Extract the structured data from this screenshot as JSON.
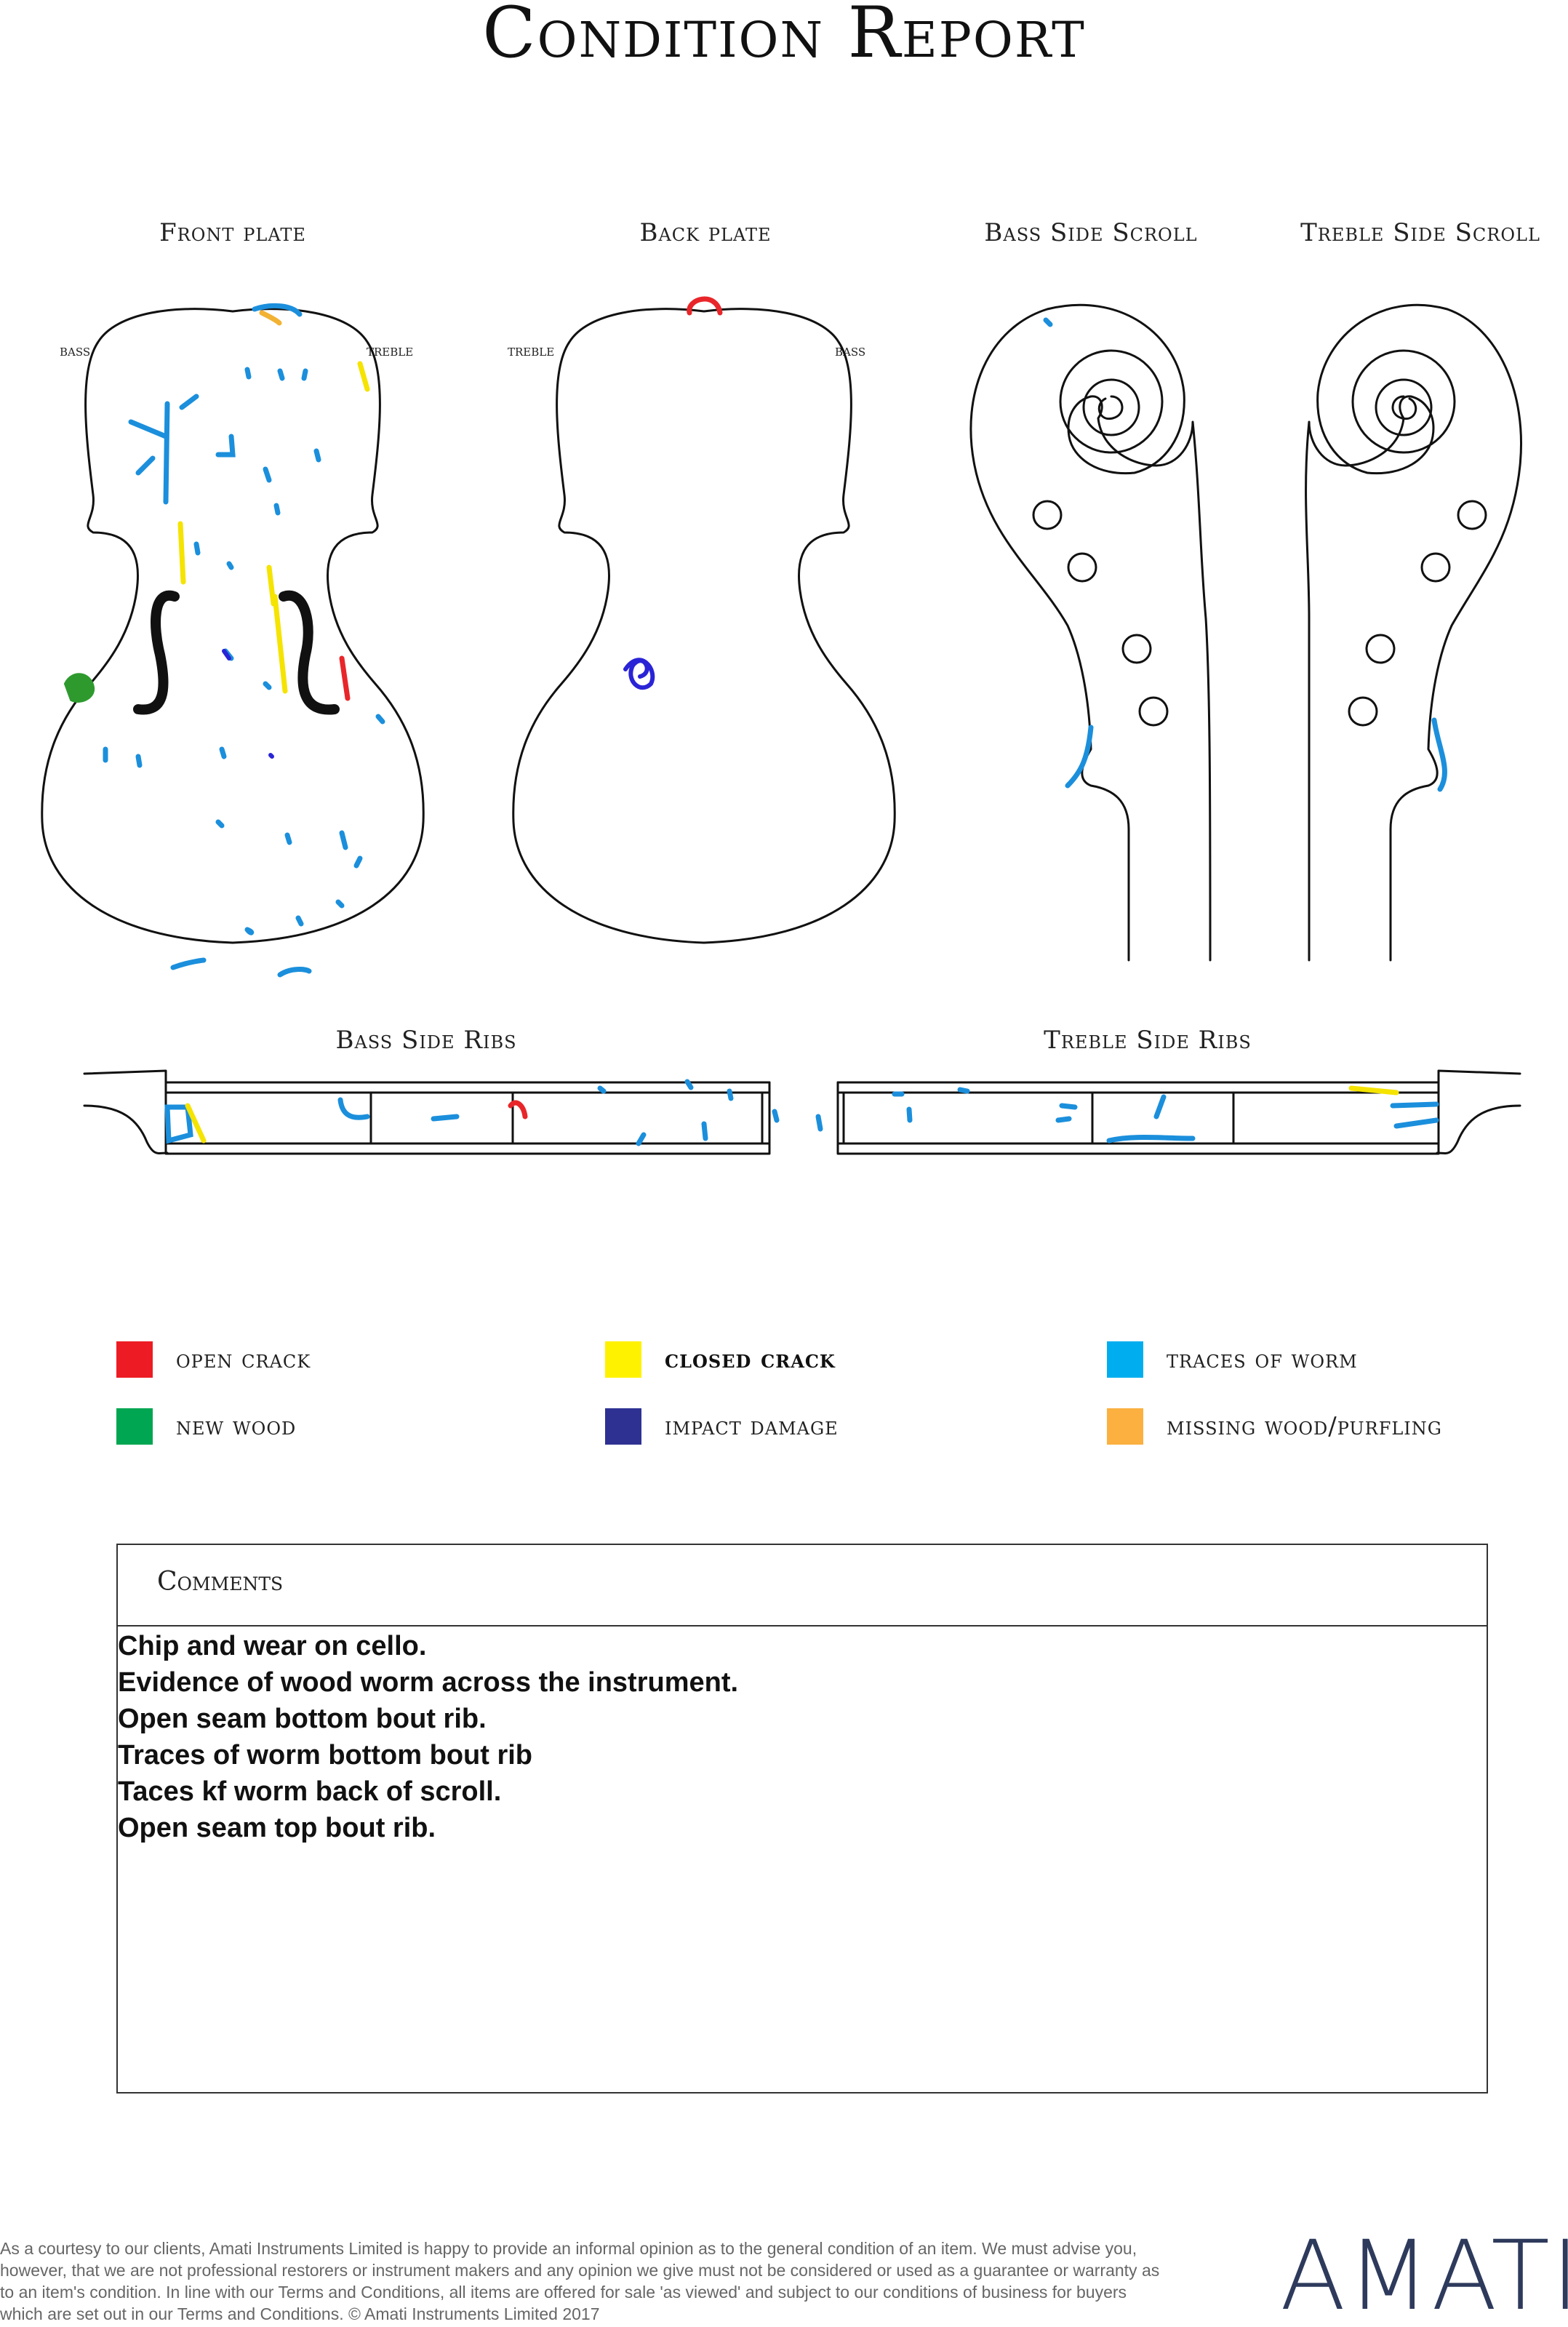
{
  "title": "Condition Report",
  "views": {
    "front_plate": {
      "label": "Front plate",
      "left_side": "bass",
      "right_side": "treble"
    },
    "back_plate": {
      "label": "Back plate",
      "left_side": "treble",
      "right_side": "bass"
    },
    "bass_side_scroll": {
      "label": "Bass Side Scroll"
    },
    "treble_side_scroll": {
      "label": "Treble Side Scroll"
    },
    "bass_side_ribs": {
      "label": "Bass Side Ribs"
    },
    "treble_side_ribs": {
      "label": "Treble Side Ribs"
    }
  },
  "legend": [
    {
      "label": "open crack",
      "color": "#ed1c24"
    },
    {
      "label": "closed crack",
      "color": "#fff200"
    },
    {
      "label": "traces of worm",
      "color": "#00aeef"
    },
    {
      "label": "new wood",
      "color": "#00a651"
    },
    {
      "label": "impact damage",
      "color": "#2e3192"
    },
    {
      "label": "missing wood/purfling",
      "color": "#fbb040"
    }
  ],
  "comments": {
    "title": "Comments",
    "lines": [
      "Chip and wear on cello.",
      "Evidence of wood worm across the instrument.",
      "Open seam bottom bout rib.",
      "Traces of worm bottom bout rib",
      "Taces kf worm back of scroll.",
      "Open seam top bout rib."
    ]
  },
  "disclaimer": "As a courtesy to our clients, Amati Instruments Limited is happy to provide an informal opinion as to the general condition of an item. We must advise you, however, that we are not professional restorers or instrument makers and any opinion we give must not be considered or used as a guarantee or warranty as to an item's condition. In line with our Terms and Conditions, all items are offered for sale 'as viewed' and subject to our conditions of business for buyers which are set out in our Terms and Conditions. © Amati Instruments Limited 2017",
  "logo": "AMATI",
  "marking_colors": {
    "worm": "#1b8fdc",
    "open_crack": "#e8262a",
    "closed_crack": "#f5e300",
    "new_wood": "#2e9a2e",
    "impact": "#2a24d6",
    "missing": "#f2b233"
  }
}
